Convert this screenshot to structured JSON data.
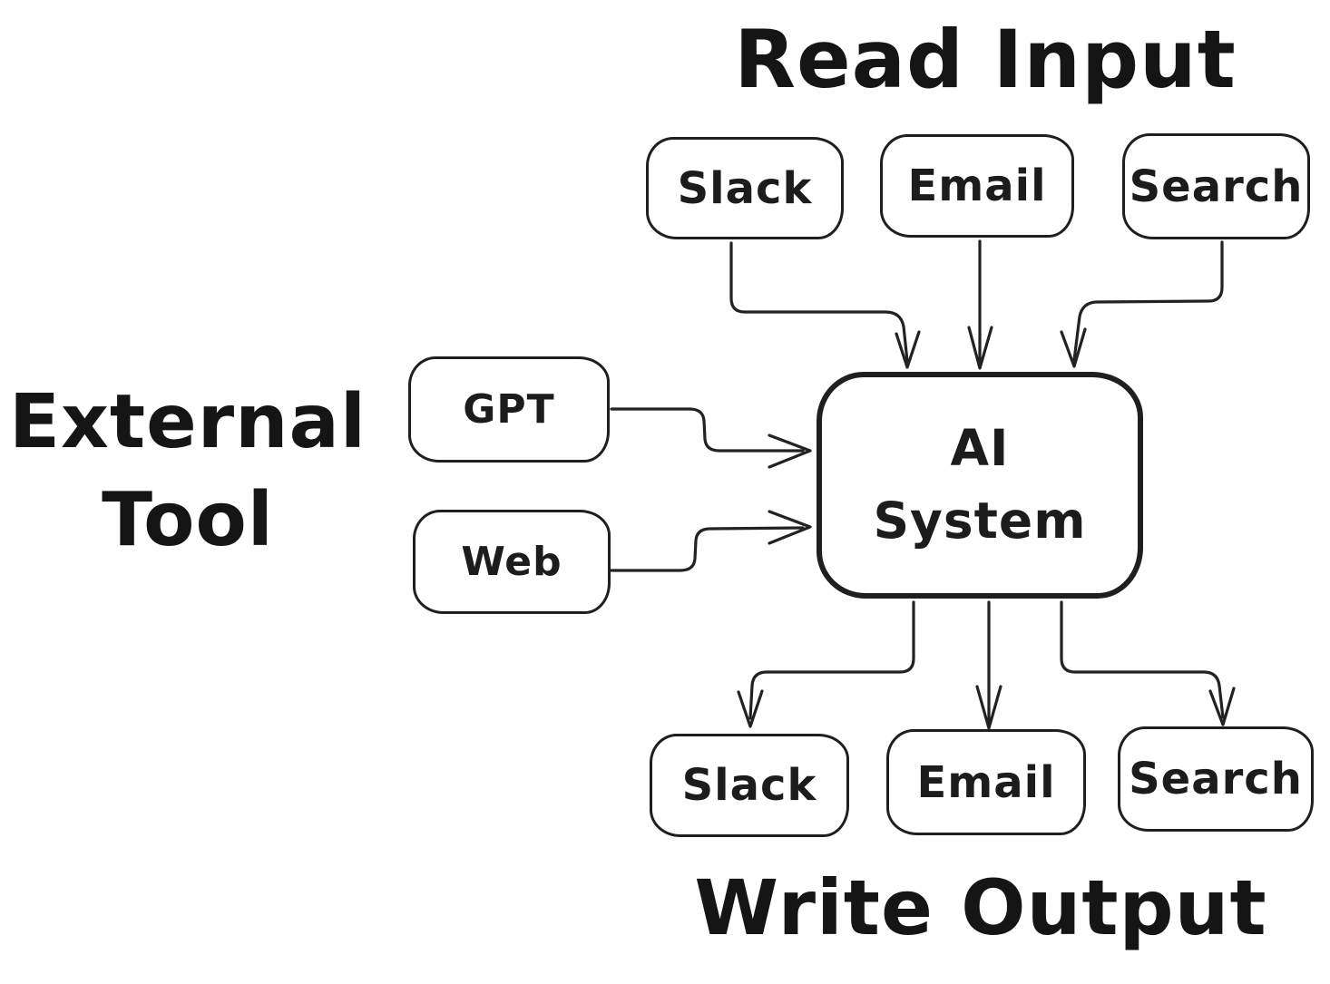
{
  "diagram": {
    "background_color": "#ffffff",
    "stroke_color": "#1e1e1e",
    "titles": {
      "read_input": "Read Input",
      "write_output": "Write Output",
      "external_tool_line1": "External",
      "external_tool_line2": "Tool"
    },
    "input_nodes": [
      {
        "label": "Slack"
      },
      {
        "label": "Email"
      },
      {
        "label": "Search"
      }
    ],
    "external_nodes": [
      {
        "label": "GPT"
      },
      {
        "label": "Web"
      }
    ],
    "center_node": {
      "line1": "AI",
      "line2": "System"
    },
    "output_nodes": [
      {
        "label": "Slack"
      },
      {
        "label": "Email"
      },
      {
        "label": "Search"
      }
    ],
    "edges": [
      {
        "from": "input-slack",
        "to": "ai-system"
      },
      {
        "from": "input-email",
        "to": "ai-system"
      },
      {
        "from": "input-search",
        "to": "ai-system"
      },
      {
        "from": "external-gpt",
        "to": "ai-system"
      },
      {
        "from": "external-web",
        "to": "ai-system"
      },
      {
        "from": "ai-system",
        "to": "output-slack"
      },
      {
        "from": "ai-system",
        "to": "output-email"
      },
      {
        "from": "ai-system",
        "to": "output-search"
      }
    ]
  }
}
